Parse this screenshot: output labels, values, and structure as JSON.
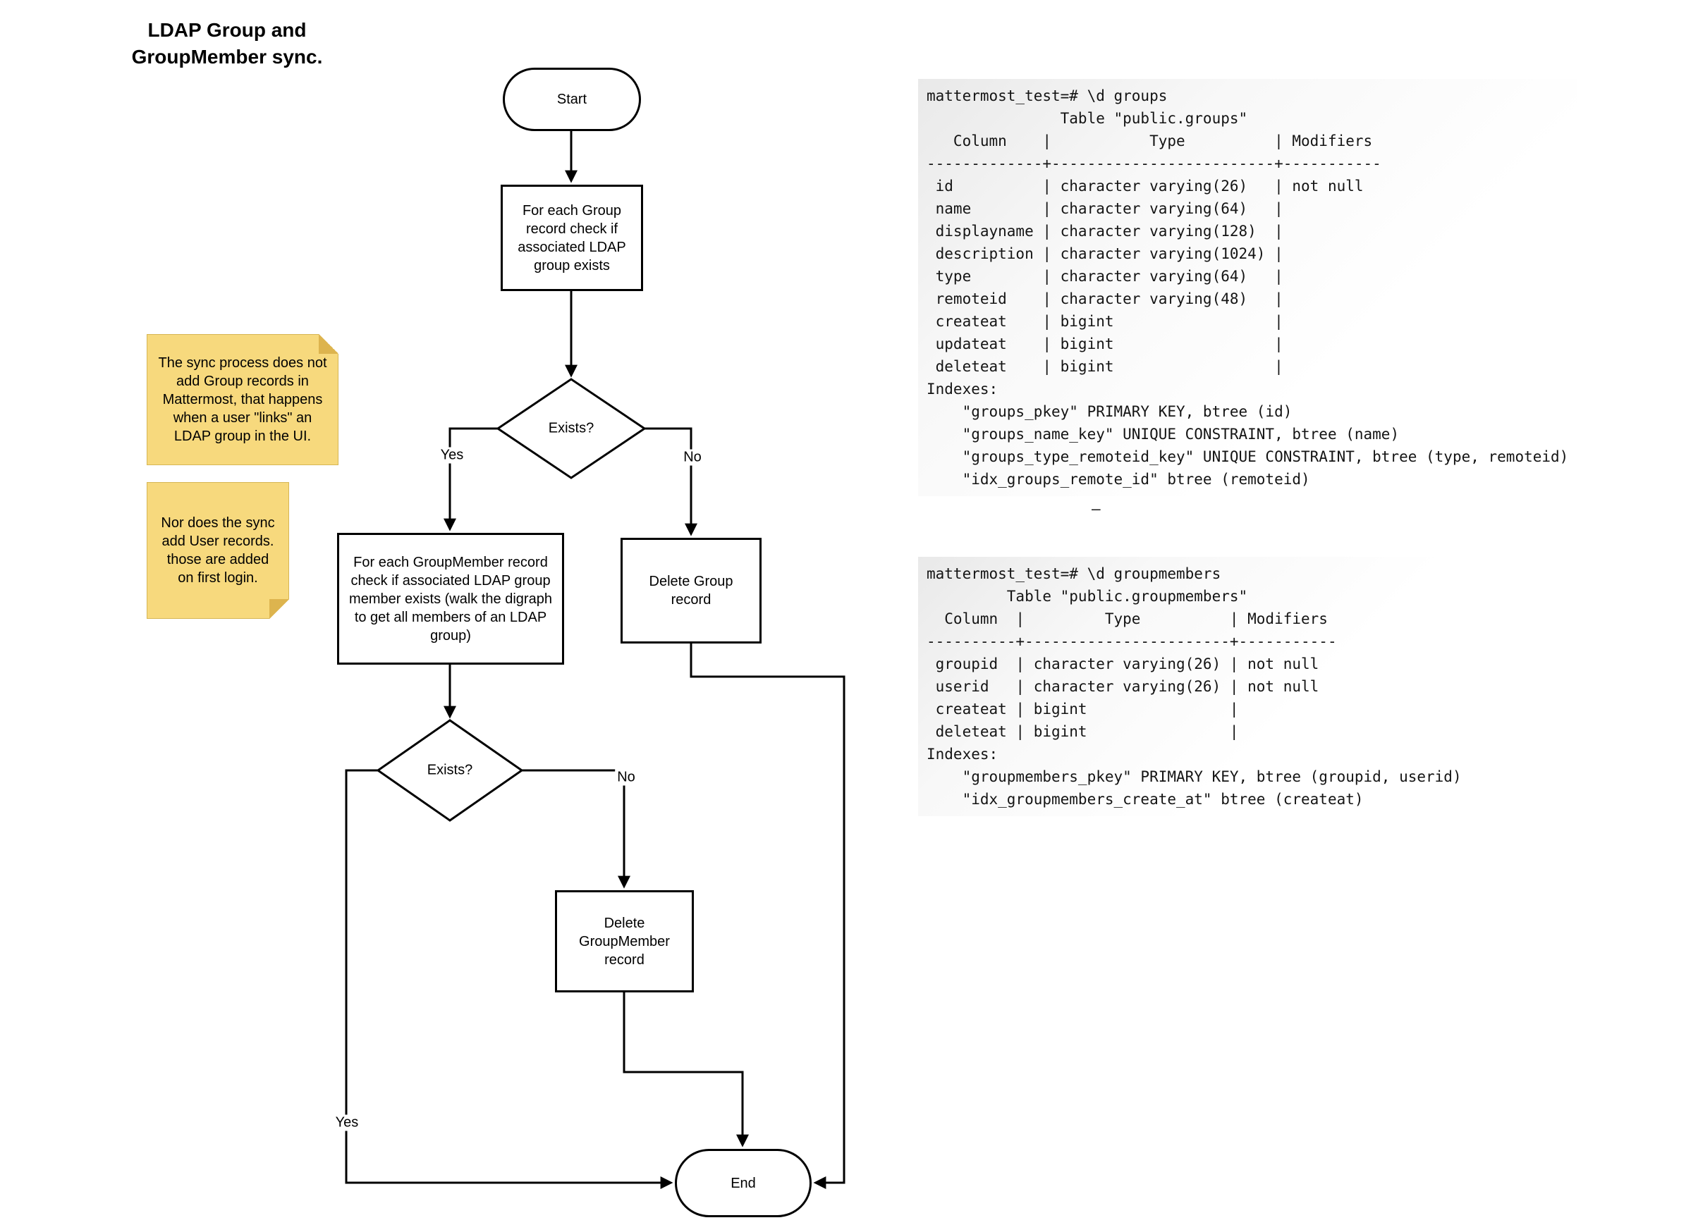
{
  "title": {
    "line1": "LDAP Group and",
    "line2": "GroupMember sync."
  },
  "flowchart": {
    "start": "Start",
    "check_group": "For each Group record check if associated LDAP group exists",
    "exists1": "Exists?",
    "yes1": "Yes",
    "no1": "No",
    "check_member": "For each GroupMember record check if associated LDAP group member exists (walk the digraph to get all members of an LDAP group)",
    "delete_group": "Delete Group record",
    "exists2": "Exists?",
    "yes2": "Yes",
    "no2": "No",
    "delete_member": "Delete GroupMember record",
    "end": "End"
  },
  "notes": {
    "note1": "The sync process does not add Group records in Mattermost, that happens when a user \"links\" an LDAP group in the UI.",
    "note2": "Nor does the sync add User records. those are added on first login."
  },
  "consoles": {
    "groups": [
      "mattermost_test=# \\d groups",
      "               Table \"public.groups\"",
      "   Column    |           Type          | Modifiers",
      "-------------+-------------------------+-----------",
      " id          | character varying(26)   | not null",
      " name        | character varying(64)   |",
      " displayname | character varying(128)  |",
      " description | character varying(1024) |",
      " type        | character varying(64)   |",
      " remoteid    | character varying(48)   |",
      " createat    | bigint                  |",
      " updateat    | bigint                  |",
      " deleteat    | bigint                  |",
      "Indexes:",
      "    \"groups_pkey\" PRIMARY KEY, btree (id)",
      "    \"groups_name_key\" UNIQUE CONSTRAINT, btree (name)",
      "    \"groups_type_remoteid_key\" UNIQUE CONSTRAINT, btree (type, remoteid)",
      "    \"idx_groups_remote_id\" btree (remoteid)"
    ],
    "stray_dash": "–",
    "groupmembers": [
      "mattermost_test=# \\d groupmembers",
      "         Table \"public.groupmembers\"",
      "  Column  |         Type          | Modifiers",
      "----------+-----------------------+-----------",
      " groupid  | character varying(26) | not null",
      " userid   | character varying(26) | not null",
      " createat | bigint                |",
      " deleteat | bigint                |",
      "Indexes:",
      "    \"groupmembers_pkey\" PRIMARY KEY, btree (groupid, userid)",
      "    \"idx_groupmembers_create_at\" btree (createat)"
    ]
  }
}
